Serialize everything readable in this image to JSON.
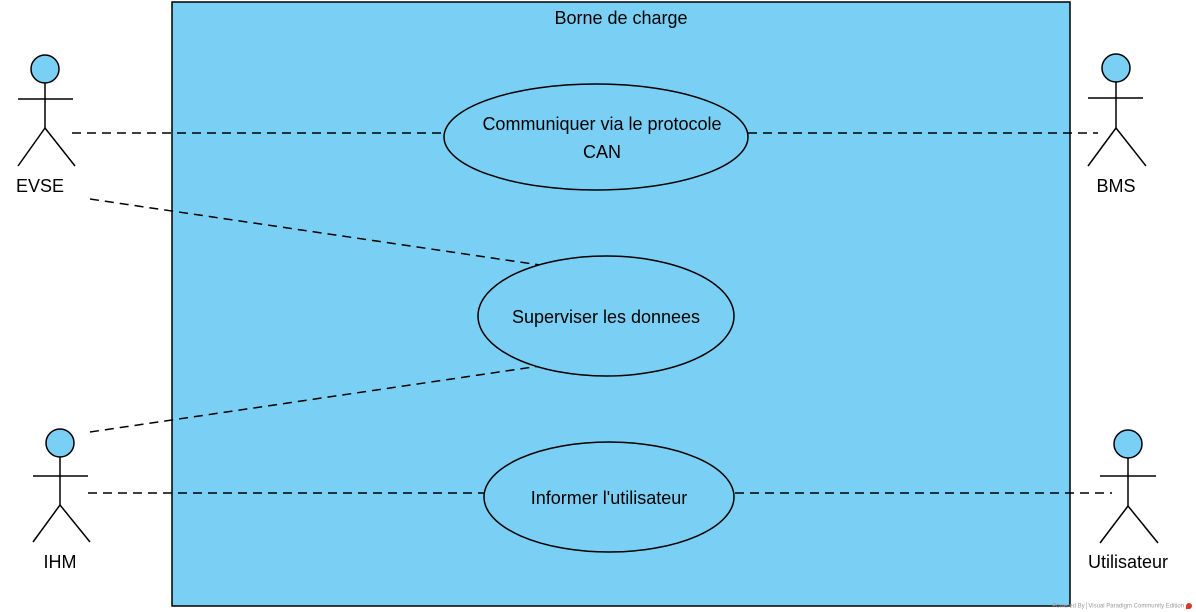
{
  "system": {
    "title": "Borne de charge"
  },
  "actors": {
    "evse": "EVSE",
    "bms": "BMS",
    "ihm": "IHM",
    "utilisateur": "Utilisateur"
  },
  "use_cases": {
    "communiquer_line1": "Communiquer via le protocole",
    "communiquer_line2": "CAN",
    "superviser": "Superviser les donnees",
    "informer": "Informer l'utilisateur"
  },
  "watermark": "Powered By│Visual Paradigm Community Edition",
  "colors": {
    "system_fill": "#7ACFF5",
    "actor_head_fill": "#7ACFF5",
    "use_case_fill": "#7ACFF5",
    "stroke": "#000000"
  }
}
